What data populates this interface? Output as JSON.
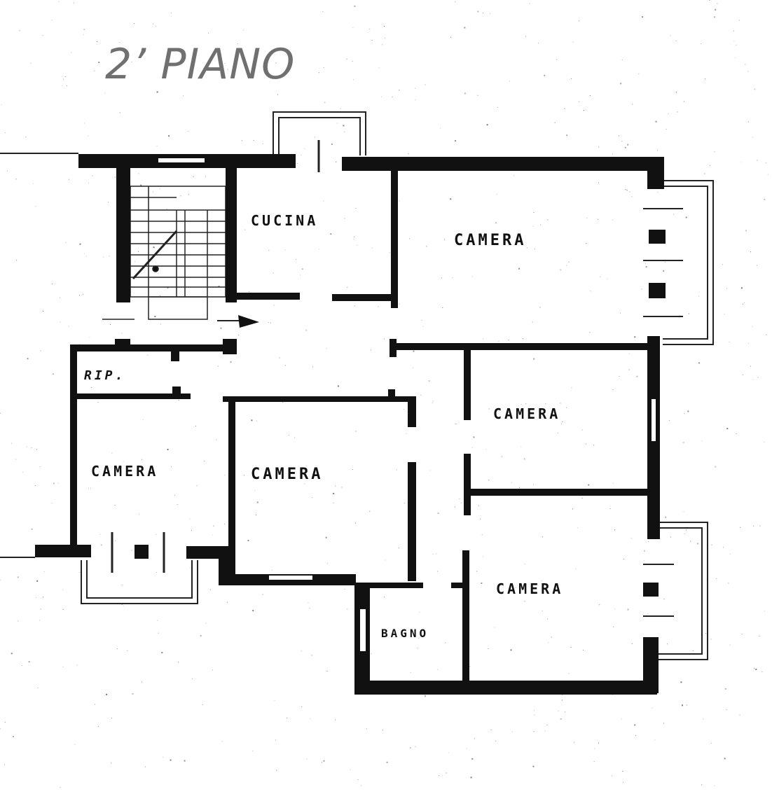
{
  "title": "2’ PIANO",
  "colors": {
    "title": "#707070",
    "wall": "#111111",
    "background": "#ffffff"
  },
  "rooms": [
    {
      "name": "room-cucina",
      "label": "CUCINA"
    },
    {
      "name": "room-camera-1",
      "label": "CAMERA"
    },
    {
      "name": "room-camera-2",
      "label": "CAMERA"
    },
    {
      "name": "room-camera-3",
      "label": "CAMERA"
    },
    {
      "name": "room-camera-4",
      "label": "CAMERA"
    },
    {
      "name": "room-camera-5",
      "label": "CAMERA"
    },
    {
      "name": "room-rip",
      "label": "RIP."
    },
    {
      "name": "room-bagno",
      "label": "BAGNO"
    }
  ]
}
